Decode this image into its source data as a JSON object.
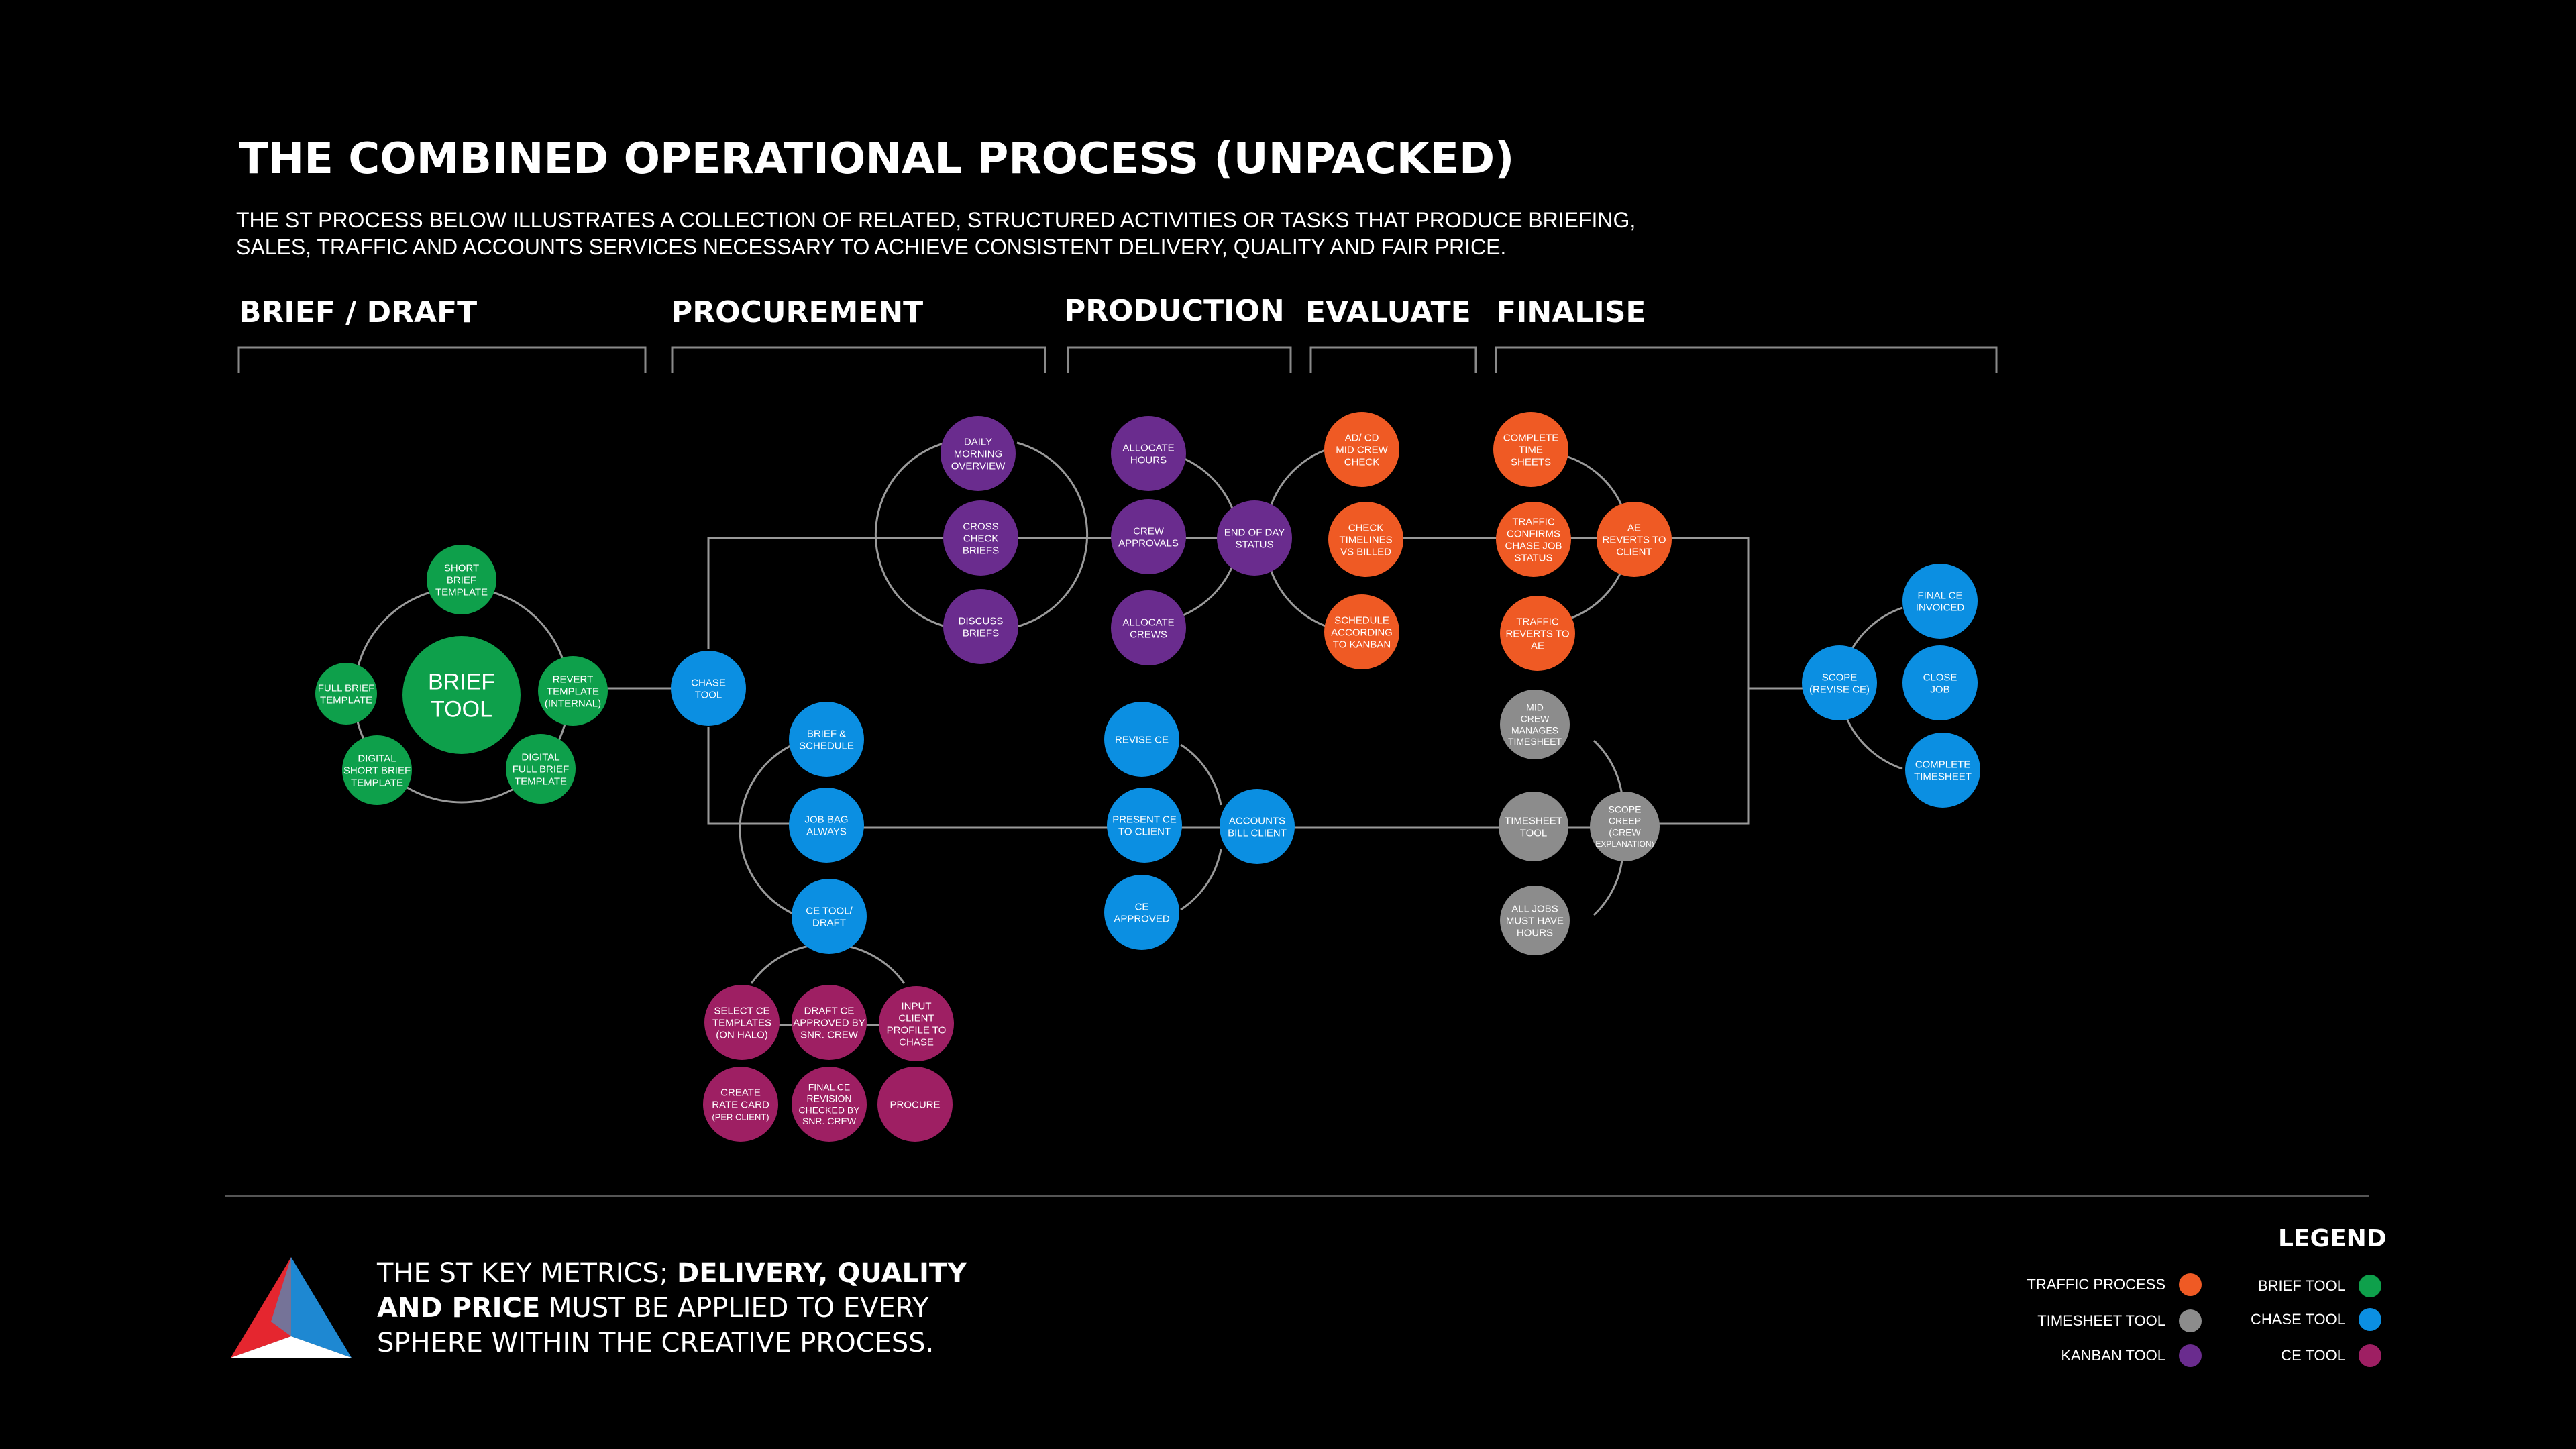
{
  "header": {
    "title": "THE COMBINED OPERATIONAL PROCESS (UNPACKED)",
    "subtitle_line1": "THE ST PROCESS BELOW ILLUSTRATES A COLLECTION OF RELATED, STRUCTURED ACTIVITIES OR TASKS THAT PRODUCE BRIEFING,",
    "subtitle_line2": "SALES, TRAFFIC AND ACCOUNTS   SERVICES  NECESSARY TO ACHIEVE CONSISTENT DELIVERY, QUALITY AND FAIR PRICE."
  },
  "phases": {
    "brief": "BRIEF / DRAFT",
    "procurement": "PROCUREMENT",
    "production": "PRODUCTION",
    "evaluate": "EVALUATE",
    "finalise": "FINALISE"
  },
  "colors": {
    "traffic": "#EF5A24",
    "timesheet": "#8C8C8C",
    "kanban": "#6A2C8E",
    "brief": "#0EA04B",
    "chase": "#0B8FE2",
    "ce": "#9E1F63"
  },
  "nodes": {
    "brief_tool": [
      "BRIEF",
      "TOOL"
    ],
    "short_brief": [
      "SHORT",
      "BRIEF",
      "TEMPLATE"
    ],
    "full_brief": [
      "FULL BRIEF",
      "TEMPLATE"
    ],
    "revert_template": [
      "REVERT",
      "TEMPLATE",
      "(INTERNAL)"
    ],
    "digital_short": [
      "DIGITAL",
      "SHORT BRIEF",
      "TEMPLATE"
    ],
    "digital_full": [
      "DIGITAL",
      "FULL BRIEF",
      "TEMPLATE"
    ],
    "chase_tool": [
      "CHASE",
      "TOOL"
    ],
    "daily_morning": [
      "DAILY",
      "MORNING",
      "OVERVIEW"
    ],
    "cross_check": [
      "CROSS",
      "CHECK",
      "BRIEFS"
    ],
    "discuss_briefs": [
      "DISCUSS",
      "BRIEFS"
    ],
    "allocate_hours": [
      "ALLOCATE",
      "HOURS"
    ],
    "crew_approvals": [
      "CREW",
      "APPROVALS"
    ],
    "allocate_crews": [
      "ALLOCATE",
      "CREWS"
    ],
    "end_of_day": [
      "END OF DAY",
      "STATUS"
    ],
    "ad_cd": [
      "AD/ CD",
      "MID CREW",
      "CHECK"
    ],
    "check_timelines": [
      "CHECK",
      "TIMELINES",
      "VS BILLED"
    ],
    "schedule_kanban": [
      "SCHEDULE",
      "ACCORDING",
      "TO KANBAN"
    ],
    "complete_timesheets": [
      "COMPLETE",
      "TIME",
      "SHEETS"
    ],
    "traffic_confirms": [
      "TRAFFIC",
      "CONFIRMS",
      "CHASE JOB",
      "STATUS"
    ],
    "traffic_reverts": [
      "TRAFFIC",
      "REVERTS TO",
      "AE"
    ],
    "ae_reverts": [
      "AE",
      "REVERTS TO",
      "CLIENT"
    ],
    "brief_schedule": [
      "BRIEF &",
      "SCHEDULE"
    ],
    "job_bag": [
      "JOB BAG",
      "ALWAYS"
    ],
    "ce_tool_draft": [
      "CE TOOL/",
      "DRAFT"
    ],
    "revise_ce": [
      "REVISE CE"
    ],
    "present_ce": [
      "PRESENT CE",
      "TO CLIENT"
    ],
    "ce_approved": [
      "CE",
      "APPROVED"
    ],
    "accounts_bill": [
      "ACCOUNTS",
      "BILL CLIENT"
    ],
    "mid_crew": [
      "MID",
      "CREW",
      "MANAGES",
      "TIMESHEET"
    ],
    "timesheet_tool": [
      "TIMESHEET",
      "TOOL"
    ],
    "all_jobs": [
      "ALL JOBS",
      "MUST HAVE",
      "HOURS"
    ],
    "scope_creep": [
      "SCOPE",
      "CREEP",
      "(CREW",
      "EXPLANATION)"
    ],
    "scope_revise": [
      "SCOPE",
      "(REVISE CE)"
    ],
    "final_ce_invoiced": [
      "FINAL CE",
      "INVOICED"
    ],
    "close_job": [
      "CLOSE",
      "JOB"
    ],
    "complete_timesheet": [
      "COMPLETE",
      "TIMESHEET"
    ],
    "select_ce": [
      "SELECT CE",
      "TEMPLATES",
      "(ON HALO)"
    ],
    "draft_ce": [
      "DRAFT CE",
      "APPROVED BY",
      "SNR. CREW"
    ],
    "input_client": [
      "INPUT",
      "CLIENT",
      "PROFILE TO",
      "CHASE"
    ],
    "create_rate": [
      "CREATE",
      "RATE CARD",
      "(PER CLIENT)"
    ],
    "final_ce_revision": [
      "FINAL CE",
      "REVISION",
      "CHECKED BY",
      "SNR. CREW"
    ],
    "procure": [
      "PROCURE"
    ]
  },
  "footer": {
    "metrics_line1_plain": "THE ST KEY METRICS; ",
    "metrics_line1_bold": "DELIVERY, QUALITY",
    "metrics_line2_bold": "AND PRICE",
    "metrics_line2_plain": " MUST BE APPLIED TO EVERY",
    "metrics_line3_plain": "SPHERE WITHIN THE CREATIVE PROCESS."
  },
  "legend": {
    "title": "LEGEND",
    "traffic": "TRAFFIC PROCESS",
    "timesheet": "TIMESHEET TOOL",
    "kanban": "KANBAN TOOL",
    "brief": "BRIEF TOOL",
    "chase": "CHASE TOOL",
    "ce": "CE TOOL"
  }
}
